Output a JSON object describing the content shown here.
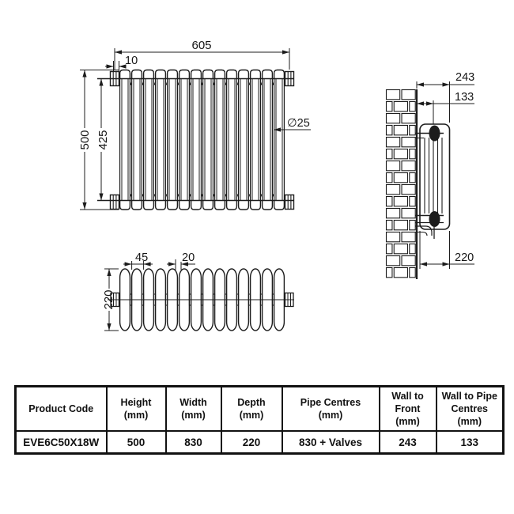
{
  "drawing": {
    "line_color": "#1c1c1c",
    "front_view": {
      "sections": 14,
      "width_label": "605",
      "tab_label": "10",
      "height_label": "500",
      "inner_height_label": "425",
      "diameter_label": "∅25"
    },
    "side_view": {
      "wall_to_front_label": "243",
      "wall_to_pipe_label": "133",
      "depth_label": "220"
    },
    "top_view": {
      "columns": 14,
      "pitch_label": "45",
      "gap_label": "20",
      "depth_label": "220"
    }
  },
  "table": {
    "headers": [
      "Product Code",
      "Height\n(mm)",
      "Width\n(mm)",
      "Depth\n(mm)",
      "Pipe Centres\n(mm)",
      "Wall to\nFront\n(mm)",
      "Wall to Pipe\nCentres\n(mm)"
    ],
    "row": [
      "EVE6C50X18W",
      "500",
      "830",
      "220",
      "830 + Valves",
      "243",
      "133"
    ]
  }
}
